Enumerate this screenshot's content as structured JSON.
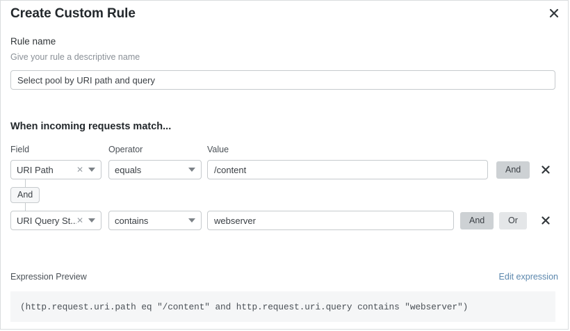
{
  "dialog": {
    "title": "Create Custom Rule",
    "close_icon": "close-icon"
  },
  "rule_name": {
    "label": "Rule name",
    "hint": "Give your rule a descriptive name",
    "value": "Select pool by URI path and query",
    "placeholder": "Select pool by URI path and query"
  },
  "conditions": {
    "heading": "When incoming requests match...",
    "column_headers": {
      "field": "Field",
      "operator": "Operator",
      "value": "Value"
    },
    "connector": {
      "label": "And"
    },
    "rows": [
      {
        "field": "URI Path",
        "operator": "equals",
        "value": "/content",
        "and_label": "And",
        "delete_icon": "close-icon"
      },
      {
        "field": "URI Query St...",
        "operator": "contains",
        "value": "webserver",
        "and_label": "And",
        "or_label": "Or",
        "delete_icon": "close-icon"
      }
    ]
  },
  "expression_preview": {
    "label": "Expression Preview",
    "edit_link": "Edit expression",
    "code": "(http.request.uri.path eq \"/content\" and http.request.uri.query contains \"webserver\")"
  },
  "colors": {
    "link": "#5b87ad",
    "button_active": "#cdd1d4",
    "button_inactive": "#e4e6e8",
    "border": "#c6cacd",
    "preview_background": "#f5f6f7"
  }
}
